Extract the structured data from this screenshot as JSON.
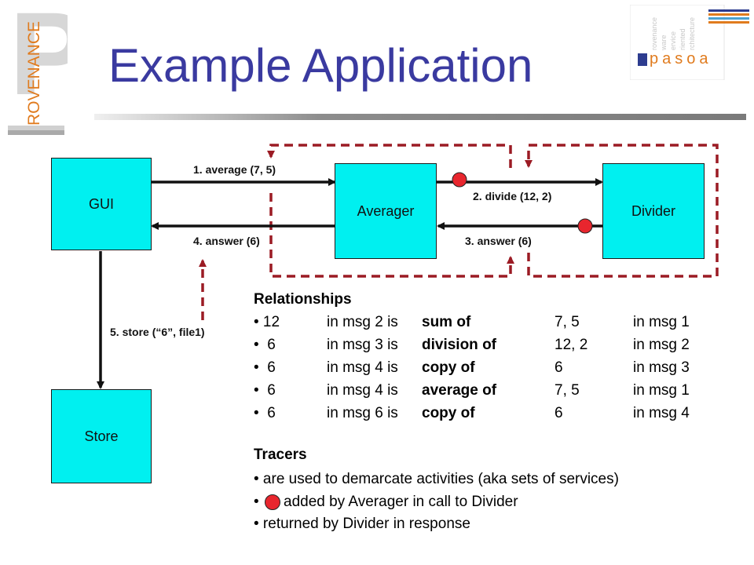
{
  "slide": {
    "title": "Example Application",
    "logo_left_text": "ROVENANCE",
    "logo_right_text": "pasoa",
    "logo_right_lines": [
      "rovenance",
      "ware",
      "ervice",
      "riented",
      "rchitecture"
    ]
  },
  "diagram": {
    "nodes": {
      "gui": "GUI",
      "averager": "Averager",
      "divider": "Divider",
      "store": "Store"
    },
    "messages": {
      "m1": "1. average (7, 5)",
      "m2": "2. divide (12, 2)",
      "m3": "3. answer (6)",
      "m4": "4. answer (6)",
      "m5": "5. store (“6”, file1)"
    }
  },
  "relationships": {
    "heading": "Relationships",
    "rows": [
      {
        "bullet": "• 12",
        "msg": "in msg 2 is ",
        "rel": "sum of",
        "val": "7, 5",
        "src": "in msg 1"
      },
      {
        "bullet": "•  6",
        "msg": "in msg 3 is ",
        "rel": "division of",
        "val": "12, 2",
        "src": "in msg 2"
      },
      {
        "bullet": "•  6",
        "msg": "in msg 4 is ",
        "rel": "copy of",
        "val": "6",
        "src": "in msg 3"
      },
      {
        "bullet": "•  6",
        "msg": "in msg 4 is ",
        "rel": "average of",
        "val": "7, 5",
        "src": "in msg 1"
      },
      {
        "bullet": "•  6",
        "msg": "in msg 6 is ",
        "rel": "copy of",
        "val": "6",
        "src": "in msg 4"
      }
    ]
  },
  "tracers": {
    "heading": "Tracers",
    "line1": "• are used to demarcate activities (aka sets of services)",
    "line2_bullet": "•",
    "line2": "added by Averager in call to Divider",
    "line3": "• returned by Divider in response"
  },
  "colors": {
    "title": "#3a3aa0",
    "box_fill": "#00f0f0",
    "dashed_frame": "#9b1b24",
    "tracer_dot": "#e8262e",
    "logo_orange": "#e07b1e",
    "logo_blue": "#2d3c8f"
  }
}
